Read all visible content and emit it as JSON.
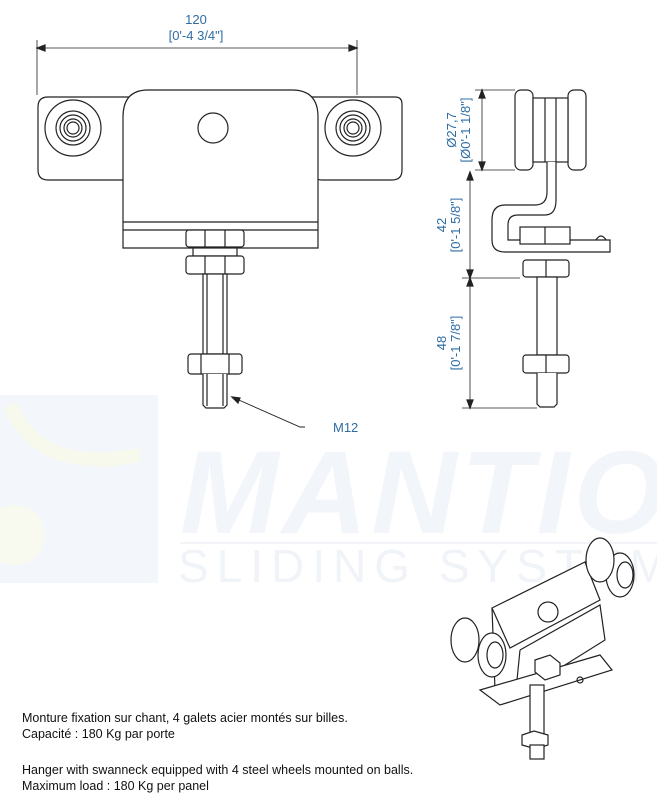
{
  "watermark": {
    "brand": "MANTION",
    "tagline": "SLIDING SYSTEMS"
  },
  "dimensions": {
    "width_mm": "120",
    "width_in": "[0'-4 3/4\"]",
    "wheel_dia_mm": "Ø27,7",
    "wheel_dia_in": "[Ø0'-1 1/8\"]",
    "neck_mm": "42",
    "neck_in": "[0'-1 5/8\"]",
    "bolt_mm": "48",
    "bolt_in": "[0'-1 7/8\"]",
    "thread": "M12"
  },
  "description": {
    "fr_line1": "Monture fixation sur chant, 4 galets acier montés sur billes.",
    "fr_line2": "Capacité : 180 Kg par porte",
    "en_line1": "Hanger with swanneck equipped with 4 steel wheels mounted on balls.",
    "en_line2": "Maximum load : 180 Kg per panel"
  },
  "colors": {
    "dimension": "#2e6da4",
    "line": "#222222"
  }
}
